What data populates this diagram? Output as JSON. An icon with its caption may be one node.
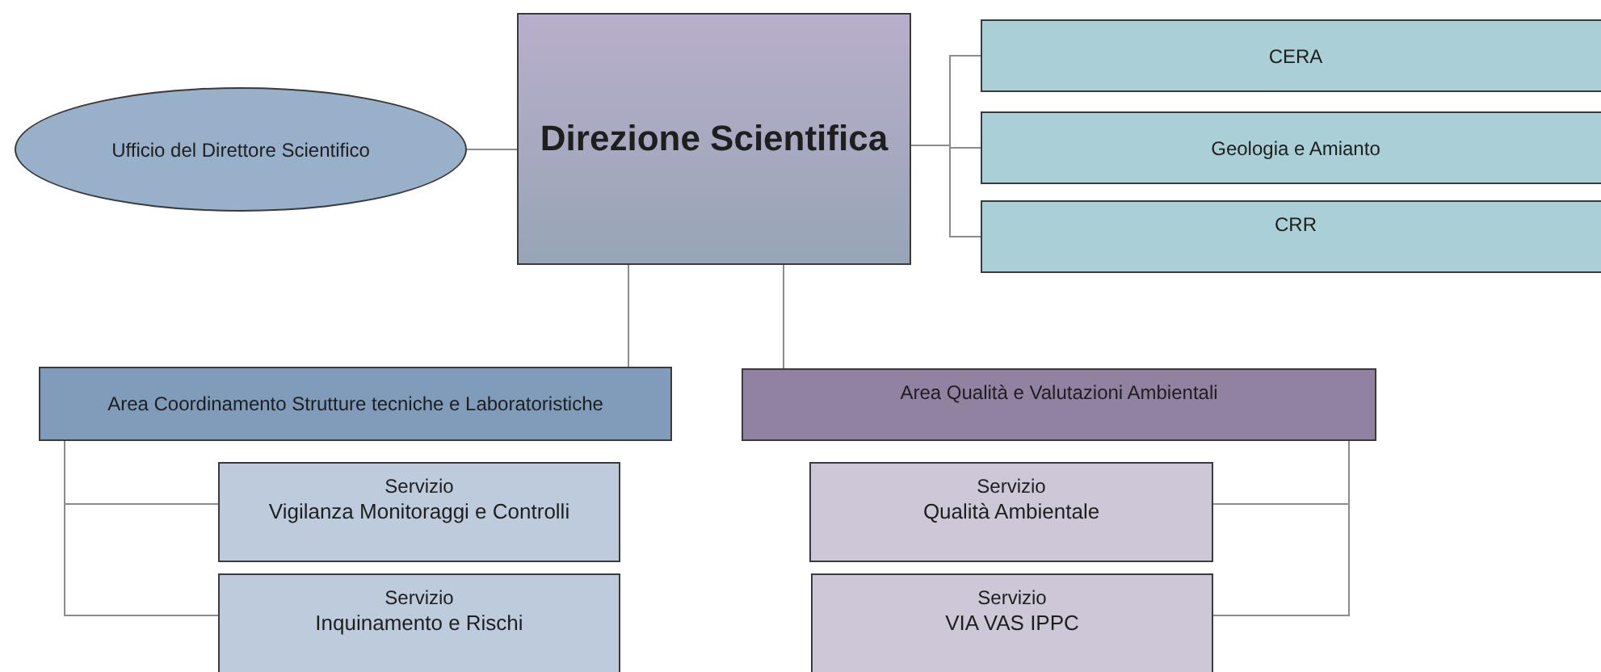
{
  "diagram": {
    "nodes": [
      {
        "text": [
          "Direzione Scientifica"
        ]
      },
      {
        "text": [
          "Ufficio del Direttore Scientifico"
        ]
      },
      {
        "text": [
          "CERA"
        ]
      },
      {
        "text": [
          "Geologia e Amianto"
        ]
      },
      {
        "text": [
          "CRR"
        ]
      },
      {
        "text": [
          "Area Coordinamento Strutture tecniche e Laboratoristiche"
        ]
      },
      {
        "text": [
          "Area Qualità e Valutazioni Ambientali"
        ]
      },
      {
        "text": [
          "Servizio",
          "Vigilanza Monitoraggi e Controlli"
        ]
      },
      {
        "text": [
          "Servizio",
          "Inquinamento e Rischi"
        ]
      },
      {
        "text": [
          "Servizio",
          "Qualità Ambientale"
        ]
      },
      {
        "text": [
          "Servizio",
          "VIA VAS IPPC"
        ]
      }
    ],
    "edges": [
      {
        "from": 1,
        "to": 0,
        "arrow": "none"
      },
      {
        "from": 0,
        "to": 2,
        "arrow": "none"
      },
      {
        "from": 0,
        "to": 3,
        "arrow": "none"
      },
      {
        "from": 0,
        "to": 4,
        "arrow": "none"
      },
      {
        "from": 0,
        "to": 5,
        "arrow": "none"
      },
      {
        "from": 0,
        "to": 6,
        "arrow": "none"
      },
      {
        "from": 5,
        "to": 7,
        "arrow": "none"
      },
      {
        "from": 5,
        "to": 8,
        "arrow": "none"
      },
      {
        "from": 6,
        "to": 9,
        "arrow": "none"
      },
      {
        "from": 6,
        "to": 10,
        "arrow": "none"
      }
    ]
  }
}
